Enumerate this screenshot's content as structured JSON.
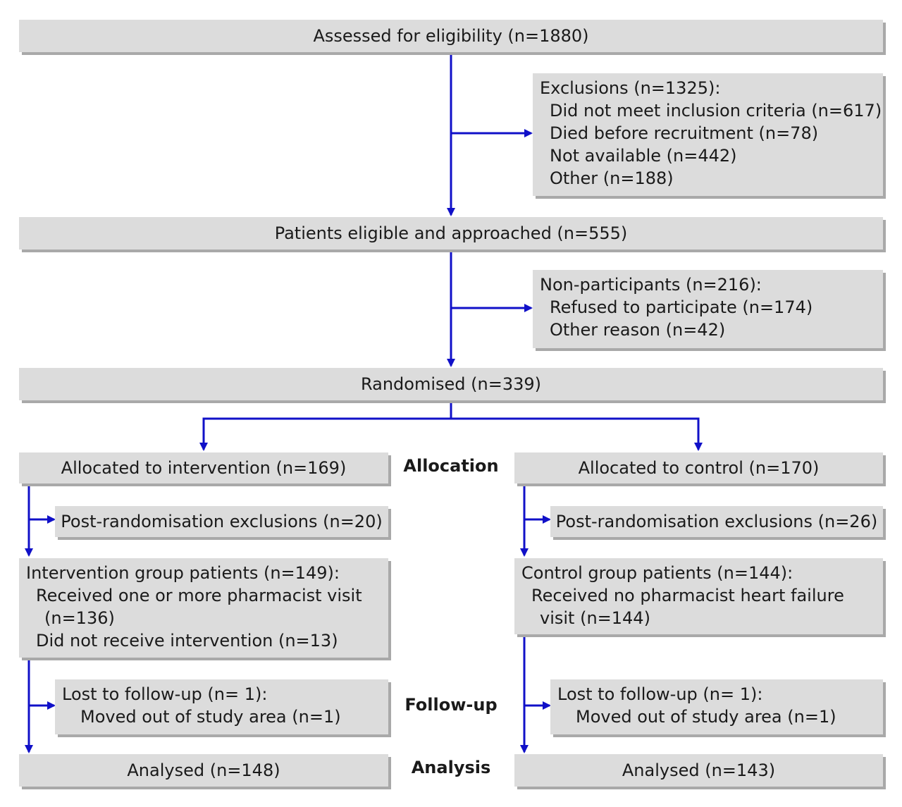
{
  "assessed": "Assessed for eligibility (n=1880)",
  "exclusions": {
    "title": "Exclusions (n=1325):",
    "items": [
      "Did not meet inclusion criteria (n=617)",
      "Died before recruitment (n=78)",
      "Not available (n=442)",
      "Other (n=188)"
    ]
  },
  "eligible": "Patients eligible and approached (n=555)",
  "nonparticipants": {
    "title": "Non-participants (n=216):",
    "items": [
      "Refused to participate (n=174)",
      "Other reason (n=42)"
    ]
  },
  "randomised": "Randomised (n=339)",
  "stages": {
    "allocation": "Allocation",
    "followup": "Follow-up",
    "analysis": "Analysis"
  },
  "intervention": {
    "allocated": "Allocated to intervention (n=169)",
    "post_exclusions": "Post-randomisation exclusions (n=20)",
    "group_title": "Intervention group patients (n=149):",
    "group_line1": "Received one or more pharmacist visit",
    "group_line2": "(n=136)",
    "group_line3": "Did not receive intervention (n=13)",
    "lost_title": "Lost to follow-up (n= 1):",
    "lost_item": "Moved out of study area (n=1)",
    "analysed": "Analysed (n=148)"
  },
  "control": {
    "allocated": "Allocated to control (n=170)",
    "post_exclusions": "Post-randomisation exclusions (n=26)",
    "group_title": "Control group patients (n=144):",
    "group_line1": "Received no pharmacist heart failure",
    "group_line2": "visit (n=144)",
    "lost_title": "Lost to follow-up (n= 1):",
    "lost_item": "Moved out of study area (n=1)",
    "analysed": "Analysed (n=143)"
  },
  "colors": {
    "arrow": "#1010c8",
    "box": "#dcdcdc",
    "shadow": "#a9a9a9"
  }
}
